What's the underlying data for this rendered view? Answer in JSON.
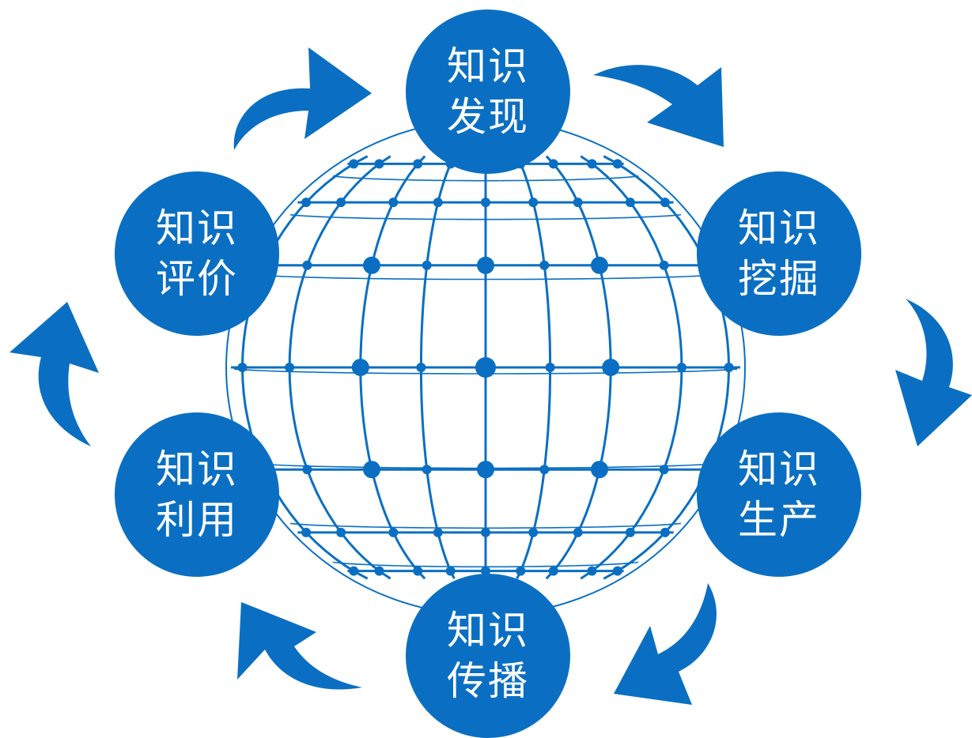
{
  "diagram": {
    "nodes": [
      {
        "id": "discovery",
        "line1": "知识",
        "line2": "发现"
      },
      {
        "id": "mining",
        "line1": "知识",
        "line2": "挖掘"
      },
      {
        "id": "production",
        "line1": "知识",
        "line2": "生产"
      },
      {
        "id": "dissemination",
        "line1": "知识",
        "line2": "传播"
      },
      {
        "id": "utilization",
        "line1": "知识",
        "line2": "利用"
      },
      {
        "id": "evaluation",
        "line1": "知识",
        "line2": "评价"
      }
    ],
    "cycle_direction": "clockwise",
    "colors": {
      "primary": "#0a6fc2",
      "text": "#ffffff"
    },
    "background_icon": "wireframe-globe-icon",
    "arrow_icon": "curved-arrow-icon"
  }
}
